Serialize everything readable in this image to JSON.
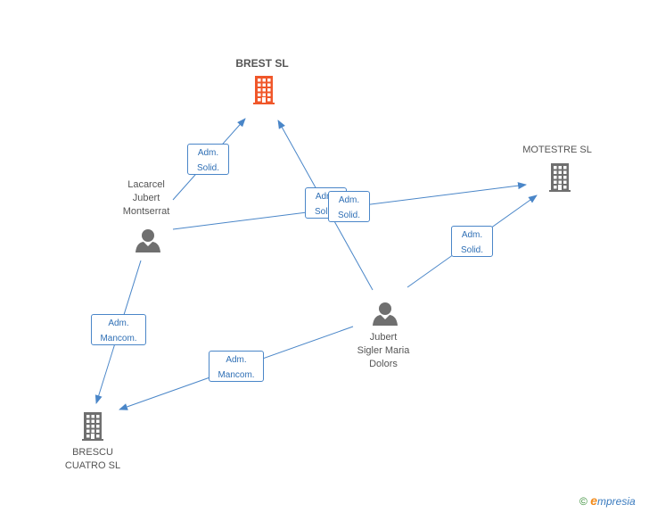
{
  "nodes": {
    "brest": {
      "name": "BREST SL",
      "type": "company",
      "color": "#f0572a"
    },
    "motestre": {
      "name": "MOTESTRE SL",
      "type": "company",
      "color": "#6f6f6f"
    },
    "brescu": {
      "name_line1": "BRESCU",
      "name_line2": "CUATRO SL",
      "type": "company",
      "color": "#6f6f6f"
    },
    "lacarcel": {
      "name_line1": "Lacarcel",
      "name_line2": "Jubert",
      "name_line3": "Montserrat",
      "type": "person",
      "color": "#6f6f6f"
    },
    "jubert": {
      "name_line1": "Jubert",
      "name_line2": "Sigler Maria",
      "name_line3": "Dolors",
      "type": "person",
      "color": "#6f6f6f"
    }
  },
  "edges": [
    {
      "id": "lacarcel-brest",
      "from": "lacarcel",
      "to": "brest",
      "label_line1": "Adm.",
      "label_line2": "Solid."
    },
    {
      "id": "lacarcel-motestre",
      "from": "lacarcel",
      "to": "motestre",
      "label_line1": "Adm.",
      "label_line2": "Solid."
    },
    {
      "id": "jubert-brest",
      "from": "jubert",
      "to": "brest",
      "label_line1": "Adm.",
      "label_line2": "Solid."
    },
    {
      "id": "jubert-motestre",
      "from": "jubert",
      "to": "motestre",
      "label_line1": "Adm.",
      "label_line2": "Solid."
    },
    {
      "id": "lacarcel-brescu",
      "from": "lacarcel",
      "to": "brescu",
      "label_line1": "Adm.",
      "label_line2": "Mancom."
    },
    {
      "id": "jubert-brescu",
      "from": "jubert",
      "to": "brescu",
      "label_line1": "Adm.",
      "label_line2": "Mancom."
    }
  ],
  "edge_color": "#4a86c8",
  "watermark": {
    "copyright": "©",
    "brand_first": "e",
    "brand_rest": "mpresia"
  }
}
